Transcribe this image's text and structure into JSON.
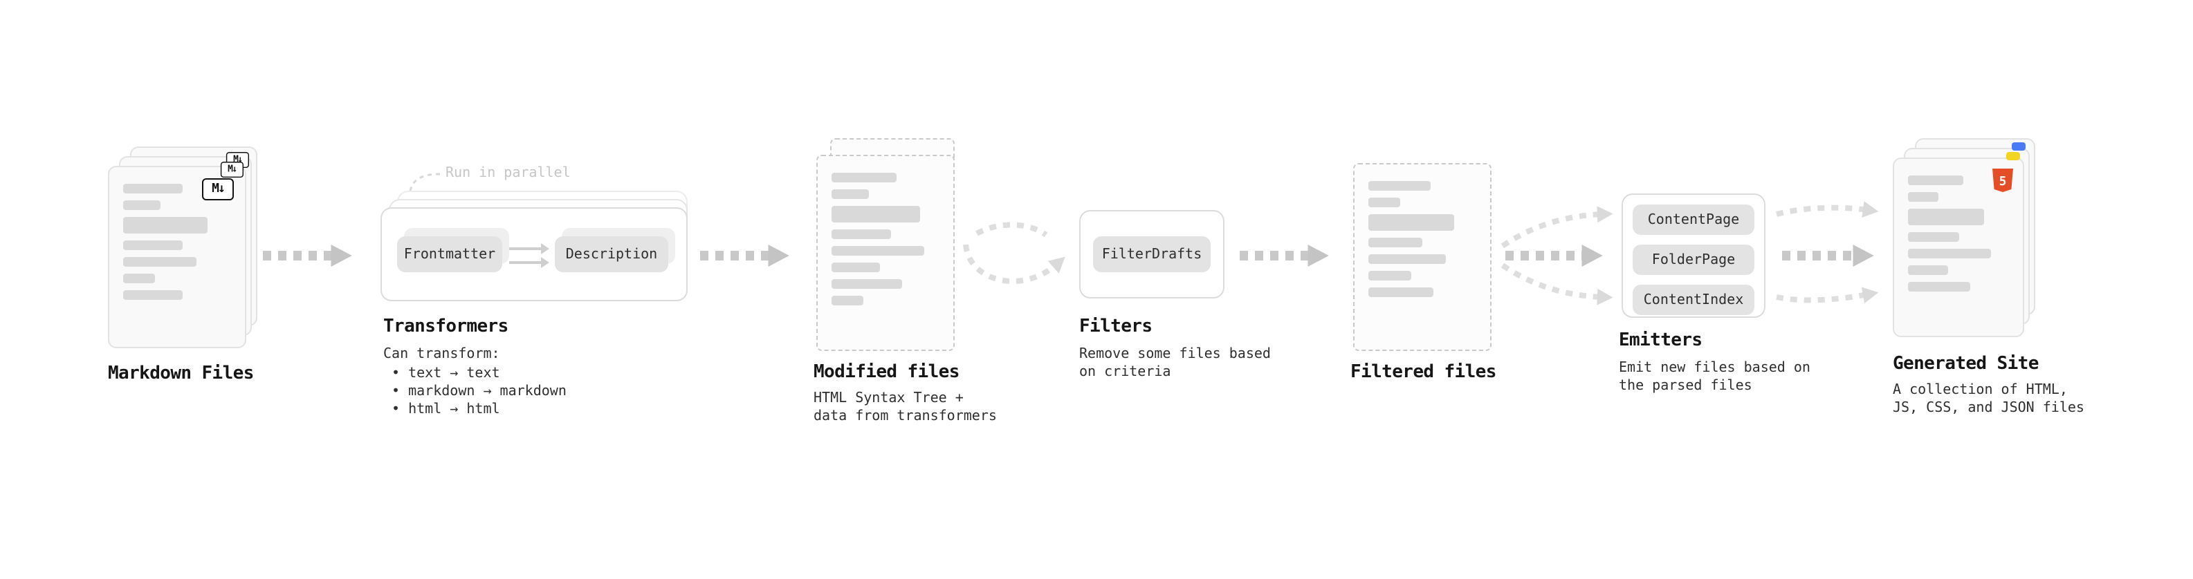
{
  "colors": {
    "html5_orange": "#e44d26",
    "js_badge_yellow": "#f2d523",
    "css_badge_blue": "#4a7bf7",
    "arrow_gray": "#c8c8c8",
    "placeholder_bar_gray": "#d9d9d9"
  },
  "nodes": {
    "markdown_files": {
      "label": "Markdown Files",
      "badge": "M↓"
    },
    "transformers": {
      "label": "Transformers",
      "callout": "Run in parallel",
      "buttons": [
        "Frontmatter",
        "Description"
      ],
      "caption_title": "Can transform:",
      "bullets": [
        "• text → text",
        "• markdown → markdown",
        "• html → html"
      ]
    },
    "modified_files": {
      "label": "Modified files",
      "caption_lines": [
        "HTML Syntax Tree +",
        "data from transformers"
      ]
    },
    "filters": {
      "label": "Filters",
      "buttons": [
        "FilterDrafts"
      ],
      "caption_lines": [
        "Remove some files based",
        "on criteria"
      ]
    },
    "filtered_files": {
      "label": "Filtered files"
    },
    "emitters": {
      "label": "Emitters",
      "buttons": [
        "ContentPage",
        "FolderPage",
        "ContentIndex"
      ],
      "caption_lines": [
        "Emit new files based on",
        "the parsed files"
      ]
    },
    "generated_site": {
      "label": "Generated Site",
      "badge": "5",
      "caption_lines": [
        "A collection of HTML,",
        "JS, CSS, and JSON files"
      ]
    }
  }
}
